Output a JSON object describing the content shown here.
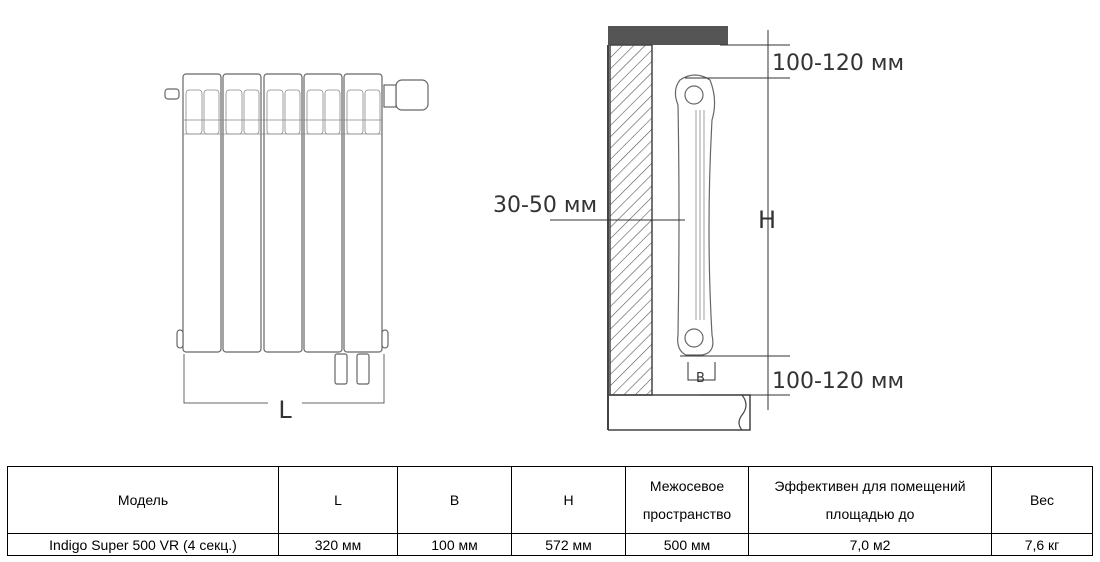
{
  "diagram": {
    "front_width_label": "L",
    "depth_label": "B",
    "height_label": "H",
    "top_gap_label": "100-120 мм",
    "bottom_gap_label": "100-120 мм",
    "wall_gap_label": "30-50 мм"
  },
  "table": {
    "headers": [
      "Модель",
      "L",
      "B",
      "H",
      "Межосевое пространство",
      "Эффективен для помещений площадью до",
      "Вес"
    ],
    "rows": [
      [
        "Indigo Super 500 VR (4 секц.)",
        "320 мм",
        "100 мм",
        "572 мм",
        "500 мм",
        "7,0 м2",
        "7,6 кг"
      ]
    ]
  }
}
